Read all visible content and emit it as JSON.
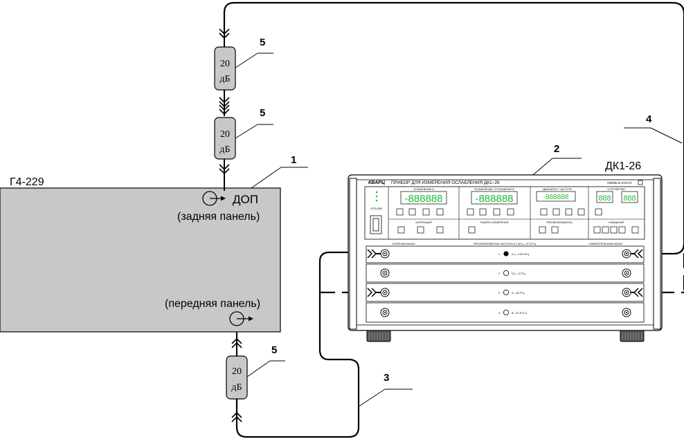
{
  "generator": {
    "name": "Г4-229",
    "port_rear": "ДОП",
    "rear_panel_note": "(задняя панель)",
    "front_panel_note": "(передняя панель)"
  },
  "meter": {
    "name": "ДК1-26",
    "brand": "КВАРЦ",
    "title": "ПРИБОР  ДЛЯ  ИЗМЕРЕНИЯ  ОСЛАБЛЕНИЯ  ДК1–26",
    "topright": "СВЯЗЬ В КАНАЛ",
    "display1_label": "ОСЛАБЛЕНИЕ А",
    "display2_label": "ОСЛАБЛЕНИЕ / ОТНОШЕНИЕ Б",
    "display3_label": "ДИАПАЗОН / ЧАСТОТА",
    "display4_label": "УСТРОЙСТВО",
    "display_value": "-888888",
    "small_display_value": "888",
    "sub_label_1": "КОРРЕКЦИЯ",
    "sub_label_2": "ПАМЯТЬ  ИЗМЕРЕНИЯ",
    "sub_label_3": "ПРЕОБРАЗОВАТЕЛЬ",
    "sub_label_4": "СМЕЩЕНИЕ",
    "side_label": "СЕТЬ ВКЛ",
    "channel_left": "ОПОРНЫЙ КАНАЛ",
    "channel_center": "ПРЕОБРАЗОВАТЕЛЬ  ЧАСТОТЫ  0,1  МГц—37,5  ГГц",
    "channel_right": "ИЗМЕРИТЕЛЬНЫЙ КАНАЛ",
    "ranges": [
      {
        "num": "1",
        "text": "0,1—100 МГц"
      },
      {
        "num": "2",
        "text": "0,1—3 ГГц"
      },
      {
        "num": "3",
        "text": "3—18 ГГц"
      },
      {
        "num": "4",
        "text": "8—37,5 ГГц"
      }
    ]
  },
  "attenuator_text": {
    "value": "20",
    "unit": "дБ"
  },
  "callouts": {
    "generator": "1",
    "meter": "2",
    "cable_3": "3",
    "cable_4": "4",
    "attenuator": "5"
  },
  "colors": {
    "stroke": "#000000",
    "generator_fill": "#c8c8c8",
    "attenuator_fill": "#c8c8c8",
    "display_green": "#22bb33"
  }
}
